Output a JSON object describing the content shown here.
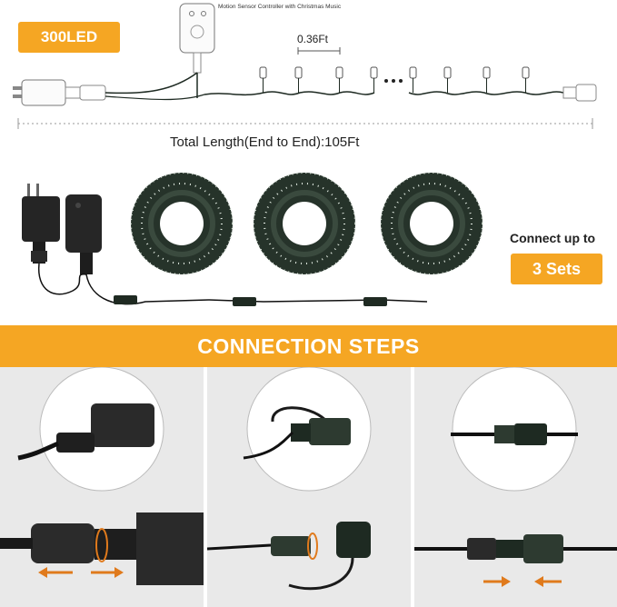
{
  "header": {
    "led_badge": "300LED",
    "controller_label": "Motion Sensor Controller with Christmas Music",
    "spacing_label": "0.36Ft",
    "total_length": "Total Length(End to End):105Ft"
  },
  "connect": {
    "label": "Connect up to",
    "sets_badge": "3 Sets"
  },
  "steps": {
    "title": "CONNECTION STEPS"
  },
  "colors": {
    "accent": "#f5a623",
    "wire": "#1e2a22",
    "led": "#e6efe6",
    "arrow": "#e07a1c"
  }
}
